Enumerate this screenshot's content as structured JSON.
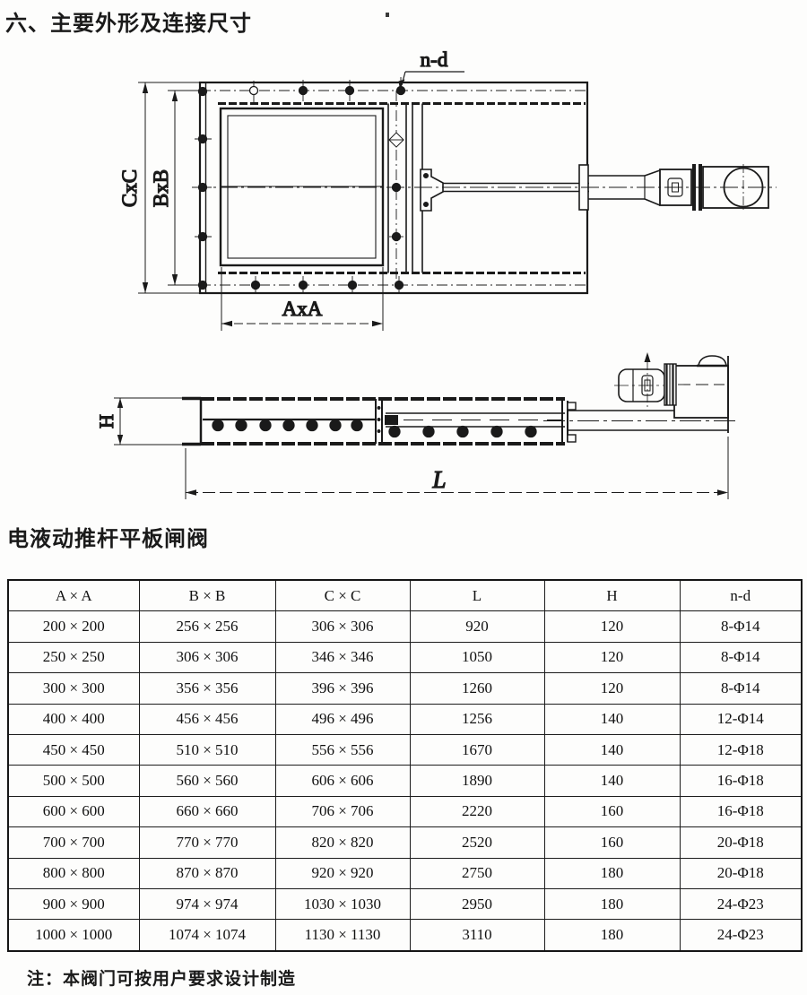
{
  "page": {
    "title": "六、主要外形及连接尺寸",
    "subtitle": "电液动推杆平板闸阀",
    "note": "注：本阀门可按用户要求设计制造"
  },
  "front_view": {
    "label_cxc": "CxC",
    "label_bxb": "BxB",
    "label_axa": "AxA",
    "label_nd": "n-d"
  },
  "side_view": {
    "label_h": "H",
    "label_l": "L"
  },
  "table": {
    "headers": [
      "A × A",
      "B × B",
      "C × C",
      "L",
      "H",
      "n-d"
    ],
    "rows": [
      [
        "200 × 200",
        "256 × 256",
        "306 × 306",
        "920",
        "120",
        "8-Φ14"
      ],
      [
        "250 × 250",
        "306 × 306",
        "346 × 346",
        "1050",
        "120",
        "8-Φ14"
      ],
      [
        "300 × 300",
        "356 × 356",
        "396 × 396",
        "1260",
        "120",
        "8-Φ14"
      ],
      [
        "400 × 400",
        "456 × 456",
        "496 × 496",
        "1256",
        "140",
        "12-Φ14"
      ],
      [
        "450 × 450",
        "510 × 510",
        "556 × 556",
        "1670",
        "140",
        "12-Φ18"
      ],
      [
        "500 × 500",
        "560 × 560",
        "606 × 606",
        "1890",
        "140",
        "16-Φ18"
      ],
      [
        "600 × 600",
        "660 × 660",
        "706 × 706",
        "2220",
        "160",
        "16-Φ18"
      ],
      [
        "700 × 700",
        "770 × 770",
        "820 × 820",
        "2520",
        "160",
        "20-Φ18"
      ],
      [
        "800 × 800",
        "870 × 870",
        "920 × 920",
        "2750",
        "180",
        "20-Φ18"
      ],
      [
        "900 × 900",
        "974 × 974",
        "1030 × 1030",
        "2950",
        "180",
        "24-Φ23"
      ],
      [
        "1000 × 1000",
        "1074 × 1074",
        "1130 × 1130",
        "3110",
        "180",
        "24-Φ23"
      ]
    ]
  }
}
